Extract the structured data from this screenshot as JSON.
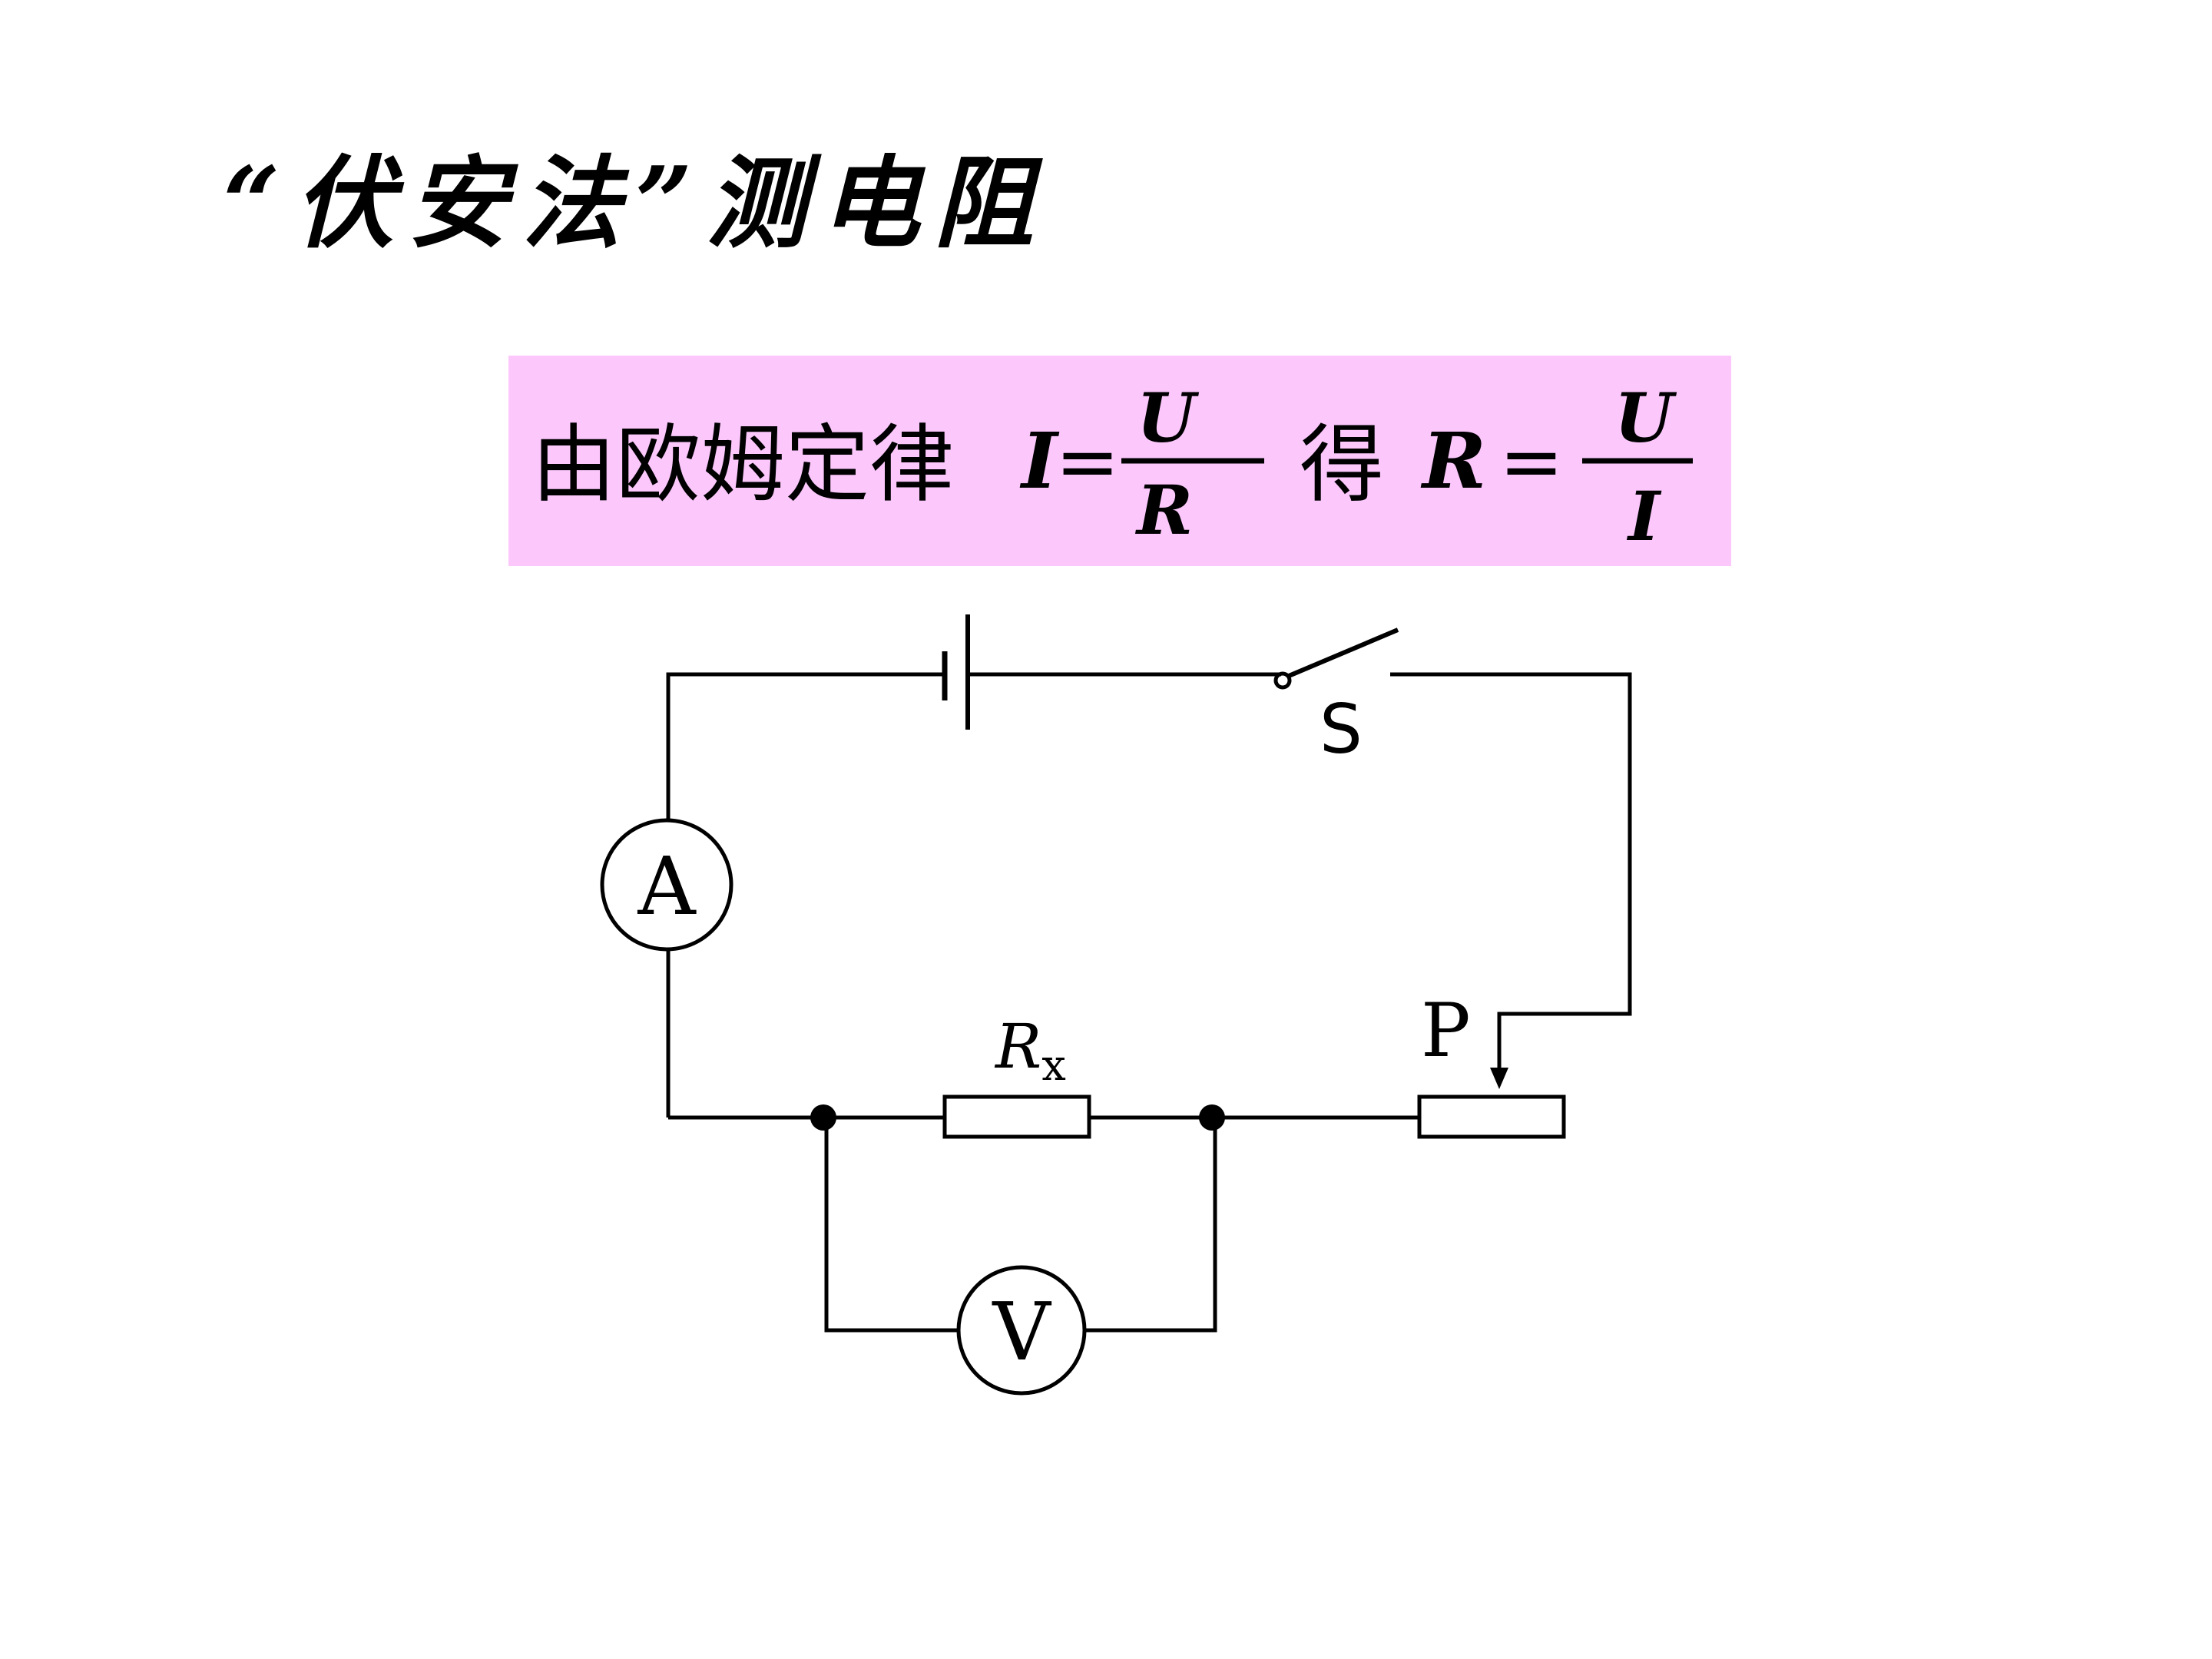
{
  "slide": {
    "title": "“伏安法”测电阻"
  },
  "formula": {
    "intro_text": "由欧姆定律",
    "eq1_lhs": "I",
    "eq1_equals": "=",
    "eq1_numerator": "U",
    "eq1_denominator": "R",
    "connector": "得",
    "eq2_lhs": "R",
    "eq2_equals": "=",
    "eq2_numerator": "U",
    "eq2_denominator": "I",
    "background_color": "#fcc8fc"
  },
  "circuit": {
    "switch_label": "S",
    "ammeter_label": "A",
    "voltmeter_label": "V",
    "resistor_label_main": "R",
    "resistor_label_sub": "x",
    "slider_label": "P"
  }
}
